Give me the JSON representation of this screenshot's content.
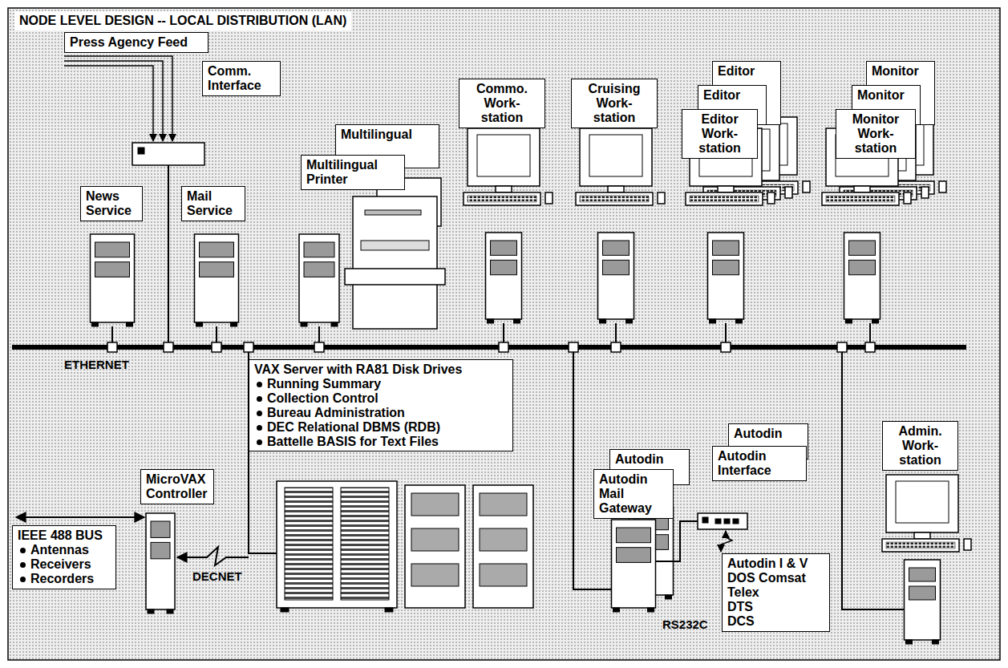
{
  "diagram": {
    "title": "NODE LEVEL DESIGN -- LOCAL DISTRIBUTION (LAN)",
    "nodes": [
      {
        "text": [
          "Press Agency Feed"
        ]
      },
      {
        "text": [
          "Comm. Interface"
        ]
      },
      {
        "text": [
          "News Service"
        ]
      },
      {
        "text": [
          "Mail Service"
        ]
      },
      {
        "text": [
          "Multilingual"
        ]
      },
      {
        "text": [
          "Multilingual Printer"
        ]
      },
      {
        "text": [
          "Commo. Work- station"
        ]
      },
      {
        "text": [
          "Cruising Work- station"
        ]
      },
      {
        "text": [
          "Editor"
        ]
      },
      {
        "text": [
          "Editor"
        ]
      },
      {
        "text": [
          "Editor Work- station"
        ]
      },
      {
        "text": [
          "Monitor"
        ]
      },
      {
        "text": [
          "Monitor"
        ]
      },
      {
        "text": [
          "Monitor Work- station"
        ]
      },
      {
        "text": [
          "VAX Server with RA81 Disk Drives",
          "Running Summary",
          "Collection Control",
          "Bureau Administration",
          "DEC Relational DBMS (RDB)",
          "Battelle BASIS for Text Files"
        ]
      },
      {
        "text": [
          "MicroVAX Controller"
        ]
      },
      {
        "text": [
          "IEEE 488 BUS",
          "Antennas",
          "Receivers",
          "Recorders"
        ]
      },
      {
        "text": [
          "Autodin"
        ]
      },
      {
        "text": [
          "Autodin Mail Gateway"
        ]
      },
      {
        "text": [
          "Autodin"
        ]
      },
      {
        "text": [
          "Autodin Interface"
        ]
      },
      {
        "text": [
          "Autodin I & V",
          "DOS Comsat",
          "Telex",
          "DTS",
          "DCS"
        ]
      },
      {
        "text": [
          "Admin. Work- station"
        ]
      }
    ],
    "labels": [
      "ETHERNET",
      "DECNET",
      "RS232C"
    ]
  }
}
